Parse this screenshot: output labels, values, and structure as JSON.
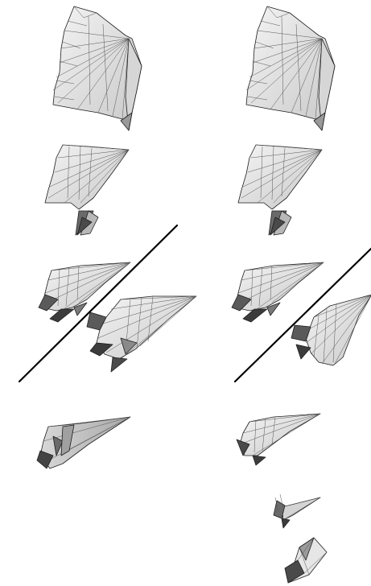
{
  "colors": {
    "background": "#ffffff",
    "paper_light": "#ececec",
    "paper_mid": "#cfcfcf",
    "paper_dark": "#8a8a8a",
    "paper_shadow": "#3a3a3a",
    "cut_line": "#000000"
  },
  "columns": [
    "left-sequence",
    "right-sequence"
  ],
  "left_column": {
    "steps": [
      "fan-large",
      "fan-medium",
      "split-pair",
      "cone"
    ]
  },
  "right_column": {
    "steps": [
      "fan-large",
      "fan-medium",
      "split-pair",
      "small-fan",
      "tiny-spike",
      "folded-tip"
    ]
  },
  "cut_lines": [
    "left-cut-line",
    "right-cut-line"
  ]
}
